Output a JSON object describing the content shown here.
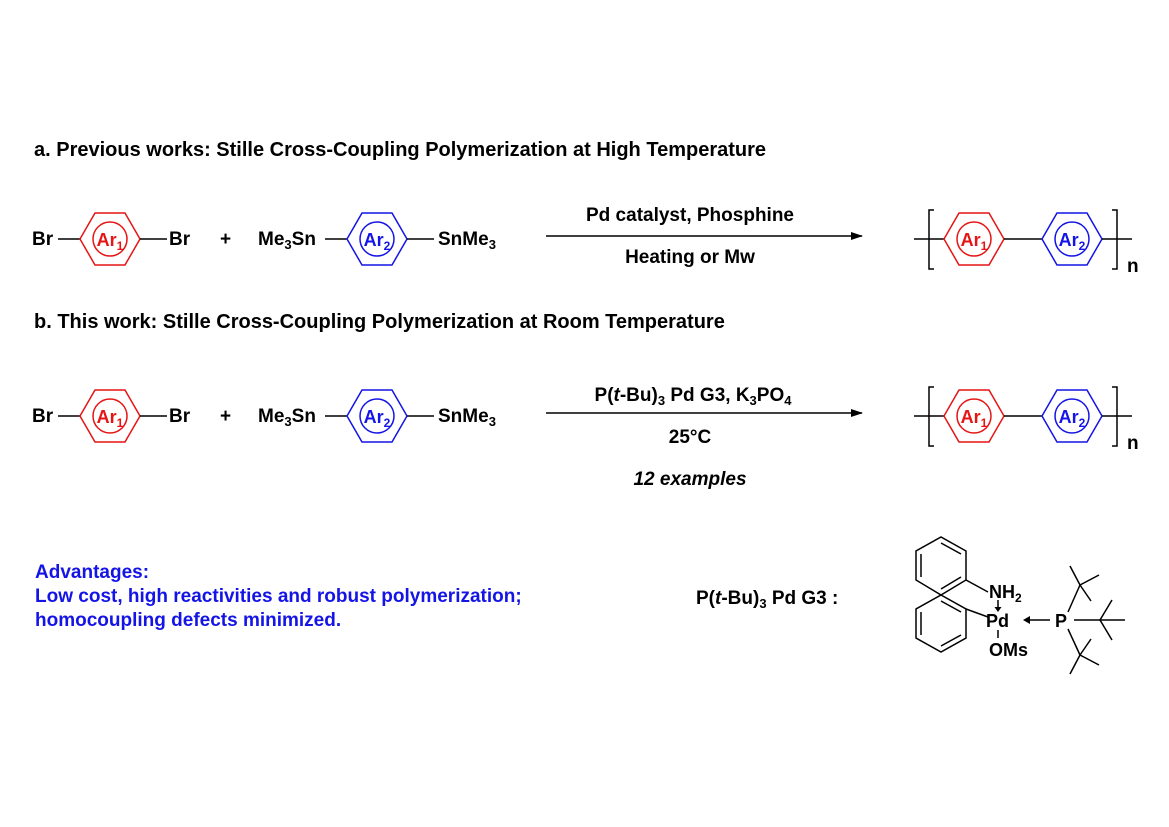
{
  "section_a": {
    "title": "a. Previous works: Stille Cross-Coupling Polymerization at High Temperature",
    "conditions_top": "Pd catalyst, Phosphine",
    "conditions_bottom": "Heating or Mw"
  },
  "section_b": {
    "title": "b. This work: Stille Cross-Coupling Polymerization at Room Temperature",
    "conditions_top": {
      "p1": "P(",
      "p2": "t",
      "p3": "-Bu)",
      "s1": "3",
      "p4": " Pd G3, K",
      "s2": "3",
      "p5": "PO",
      "s3": "4"
    },
    "conditions_bottom": "25°C",
    "examples": "12 examples"
  },
  "reactants": {
    "br": "Br",
    "plus": "+",
    "me3sn": {
      "a": "Me",
      "b": "3",
      "c": "Sn"
    },
    "snme3": {
      "a": "SnMe",
      "b": "3"
    },
    "ar1": {
      "a": "Ar",
      "b": "1"
    },
    "ar2": {
      "a": "Ar",
      "b": "2"
    },
    "n": "n"
  },
  "advantages": {
    "line1": "Advantages:",
    "line2": "Low cost, high reactivities and robust polymerization;",
    "line3": "homocoupling defects minimized."
  },
  "catalyst": {
    "label": {
      "p1": "P(",
      "p2": "t",
      "p3": "-Bu)",
      "s1": "3",
      "p4": " Pd G3 :"
    },
    "nh2": {
      "a": "NH",
      "b": "2"
    },
    "pd": "Pd",
    "oms": "OMs",
    "p": "P"
  },
  "colors": {
    "ar1": "#e61414",
    "ar2": "#1414e6",
    "advantages": "#1414e6"
  }
}
